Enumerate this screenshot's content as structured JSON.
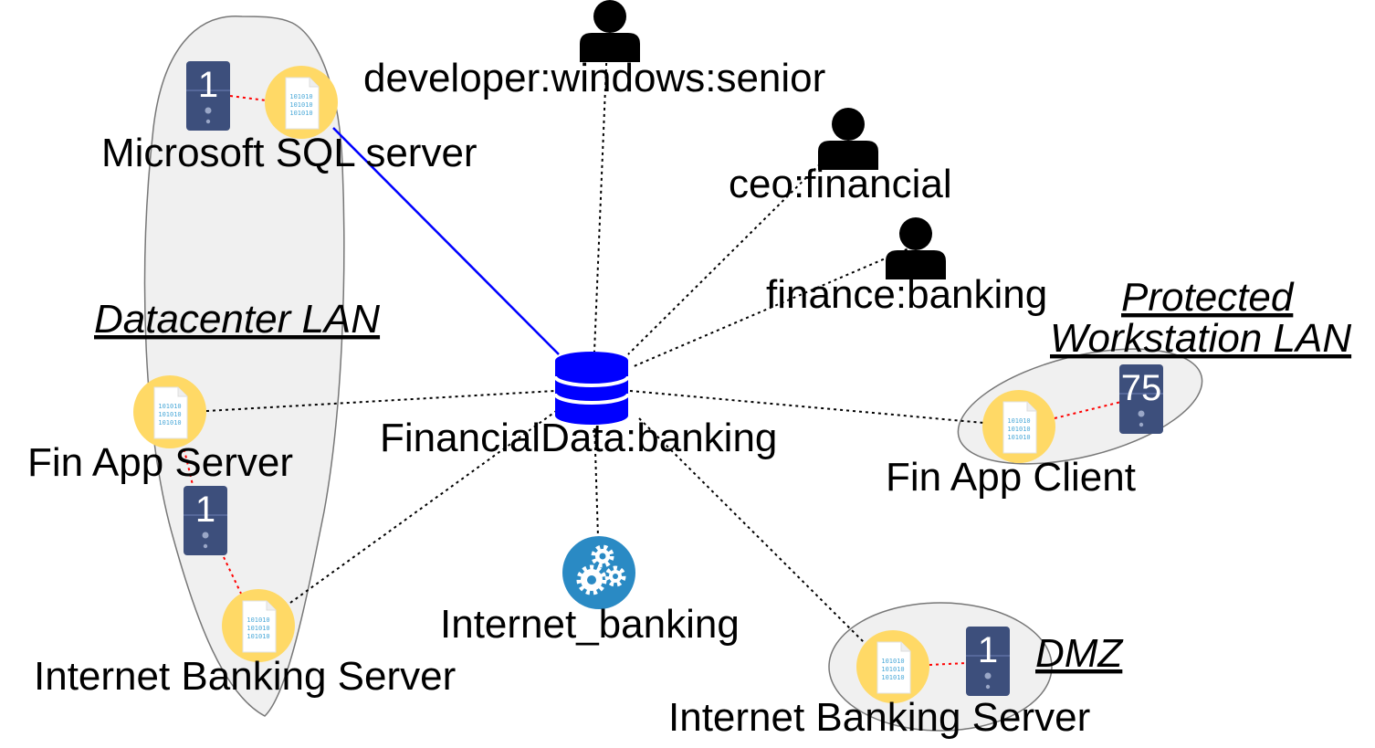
{
  "zones": {
    "datacenter": "Datacenter LAN",
    "protected_line1": "Protected",
    "protected_line2": "Workstation LAN",
    "dmz": "DMZ"
  },
  "central": {
    "label": "FinancialData:banking",
    "icon": "database-icon",
    "color": "#0000ff"
  },
  "users": [
    {
      "label": "developer:windows:senior",
      "icon": "person-icon"
    },
    {
      "label": "ceo:financial",
      "icon": "person-icon"
    },
    {
      "label": "finance:banking",
      "icon": "person-icon"
    }
  ],
  "service": {
    "label": "Internet_banking",
    "icon": "gears-icon",
    "color": "#2a8ac4"
  },
  "nodes": {
    "sql": {
      "label": "Microsoft SQL server",
      "count": "1"
    },
    "finapp_server": {
      "label": "Fin App Server",
      "count": "1"
    },
    "ib_server_dc": {
      "label": "Internet Banking Server"
    },
    "finapp_client": {
      "label": "Fin App Client",
      "count": "75"
    },
    "ib_server_dmz": {
      "label": "Internet Banking Server",
      "count": "1"
    }
  },
  "file_icon_text": "101010",
  "colors": {
    "file_circle": "#ffd966",
    "server": "#3d4f7c",
    "access_edge": "#0000ff",
    "host_link": "#ff0000",
    "zone_fill": "#f0f0f0"
  }
}
